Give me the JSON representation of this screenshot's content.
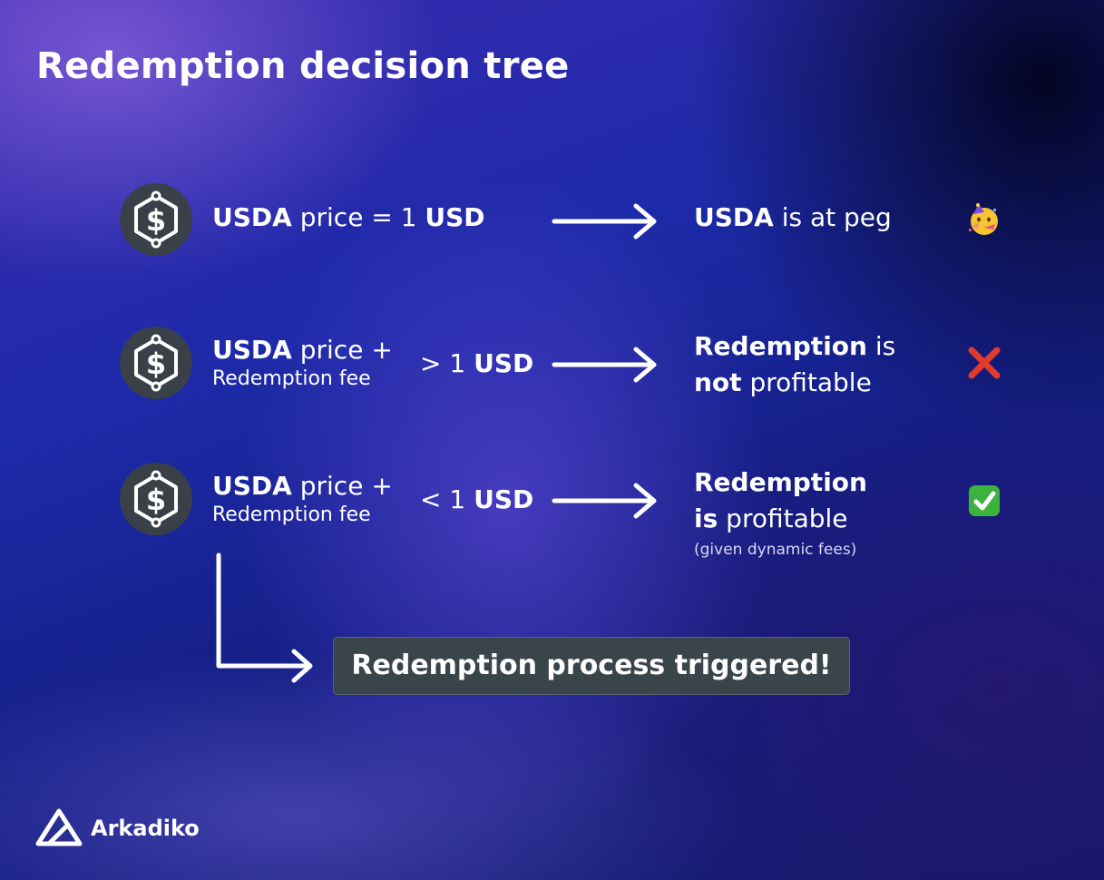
{
  "title": "Redemption decision tree",
  "colors": {
    "coin_bg": "#3a4047",
    "box_bg": "#3a444b",
    "cross": "#e23b2e",
    "check": "#3cb33c"
  },
  "rows": [
    {
      "coin_icon": "dollar-coin-icon",
      "lhs_bold": "USDA",
      "lhs_rest": " price = 1 ",
      "lhs_unit": "USD",
      "rhs_bold": "USDA",
      "rhs_rest": " is at peg",
      "emoji": "partying-face-icon"
    },
    {
      "coin_icon": "dollar-coin-icon",
      "lhs_bold": "USDA",
      "lhs_rest": " price +",
      "lhs_sub": "Redemption fee",
      "cmp_text": "> 1 ",
      "cmp_unit": "USD",
      "rhs1_bold": "Redemption",
      "rhs1_rest": " is",
      "rhs2_bold": "not",
      "rhs2_rest": " profitable",
      "emoji": "cross-mark-icon"
    },
    {
      "coin_icon": "dollar-coin-icon",
      "lhs_bold": "USDA",
      "lhs_rest": " price +",
      "lhs_sub": "Redemption fee",
      "cmp_text": "< 1 ",
      "cmp_unit": "USD",
      "rhs1_bold": "Redemption",
      "rhs2_bold": "is",
      "rhs2_rest": " profitable",
      "note": "(given dynamic fees)",
      "emoji": "check-mark-icon"
    }
  ],
  "trigger_label": "Redemption process triggered!",
  "brand": {
    "name": "Arkadiko",
    "logo_icon": "arkadiko-logo-icon"
  }
}
